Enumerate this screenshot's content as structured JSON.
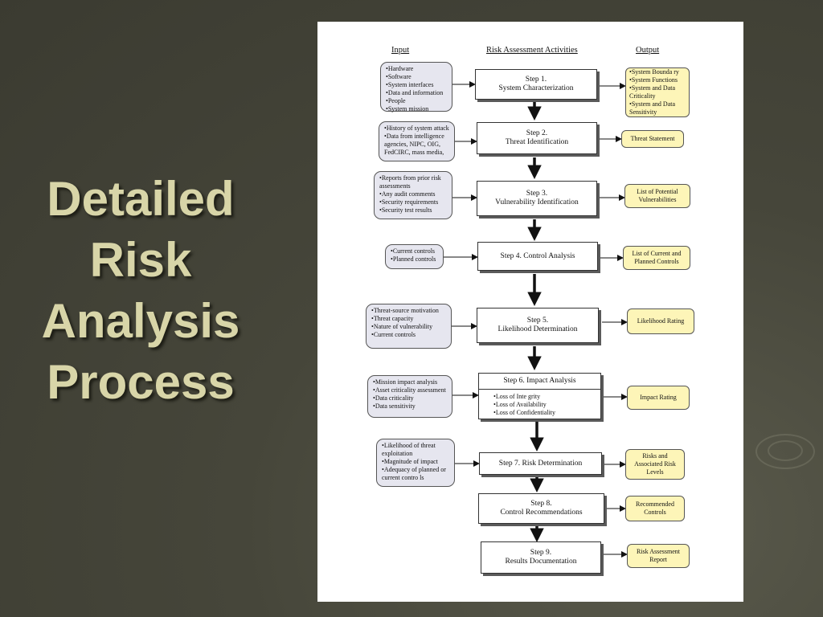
{
  "slide": {
    "title_lines": [
      "Detailed",
      "Risk",
      "Analysis",
      "Process"
    ]
  },
  "headers": {
    "input": "Input",
    "activities": "Risk Assessment Activities",
    "output": "Output"
  },
  "steps": [
    {
      "label_a": "Step 1.",
      "label_b": "System Characterization",
      "inputs": [
        "Hardware",
        "Software",
        "System interfaces",
        "Data and information",
        "People",
        "System mission"
      ],
      "output": {
        "items": [
          "System Bounda ry",
          "System Functions",
          "System and Data Criticality",
          "System and Data Sensitivity"
        ]
      }
    },
    {
      "label_a": "Step 2.",
      "label_b": "Threat Identification",
      "inputs": [
        "History of system attack",
        "Data from intelligence agencies, NIPC, OIG, FedCIRC, mass media,"
      ],
      "output": {
        "text": "Threat Statement"
      }
    },
    {
      "label_a": "Step 3.",
      "label_b": "Vulnerability Identification",
      "inputs": [
        "Reports from prior risk assessments",
        "Any audit comments",
        "Security requirements",
        "Security test results"
      ],
      "output": {
        "text": "List of Potential Vulnerabilities"
      }
    },
    {
      "label_a": "Step 4.  Control Analysis",
      "label_b": "",
      "inputs": [
        "Current controls",
        "Planned controls"
      ],
      "output": {
        "text": "List of Current and Planned Controls"
      }
    },
    {
      "label_a": "Step 5.",
      "label_b": "Likelihood Determination",
      "inputs": [
        "Threat-source motivation",
        "Threat capacity",
        "Nature of vulnerability",
        "Current controls"
      ],
      "output": {
        "text": "Likelihood Rating"
      }
    },
    {
      "label_a": "Step 6.  Impact Analysis",
      "label_b": "",
      "sub_items": [
        "Loss of Inte grity",
        "Loss of Availability",
        "Loss of Confidentiality"
      ],
      "inputs": [
        "Mission impact analysis",
        "Asset criticality assessment",
        "Data criticality",
        "Data sensitivity"
      ],
      "output": {
        "text": "Impact Rating"
      }
    },
    {
      "label_a": "Step 7.  Risk Determination",
      "label_b": "",
      "inputs": [
        "Likelihood  of threat exploitation",
        "Magnitude of impact",
        "Adequacy of planned  or current contro ls"
      ],
      "output": {
        "text": "Risks and Associated Risk Levels"
      }
    },
    {
      "label_a": "Step 8.",
      "label_b": "Control Recommendations",
      "output": {
        "text": "Recommended Controls"
      }
    },
    {
      "label_a": "Step 9.",
      "label_b": "Results Documentation",
      "output": {
        "text": "Risk Assessment Report"
      }
    }
  ],
  "colors": {
    "background": "#46463a",
    "title_text": "#d8d5a8",
    "input_fill": "#e6e6ef",
    "output_fill": "#fdf5b8"
  }
}
